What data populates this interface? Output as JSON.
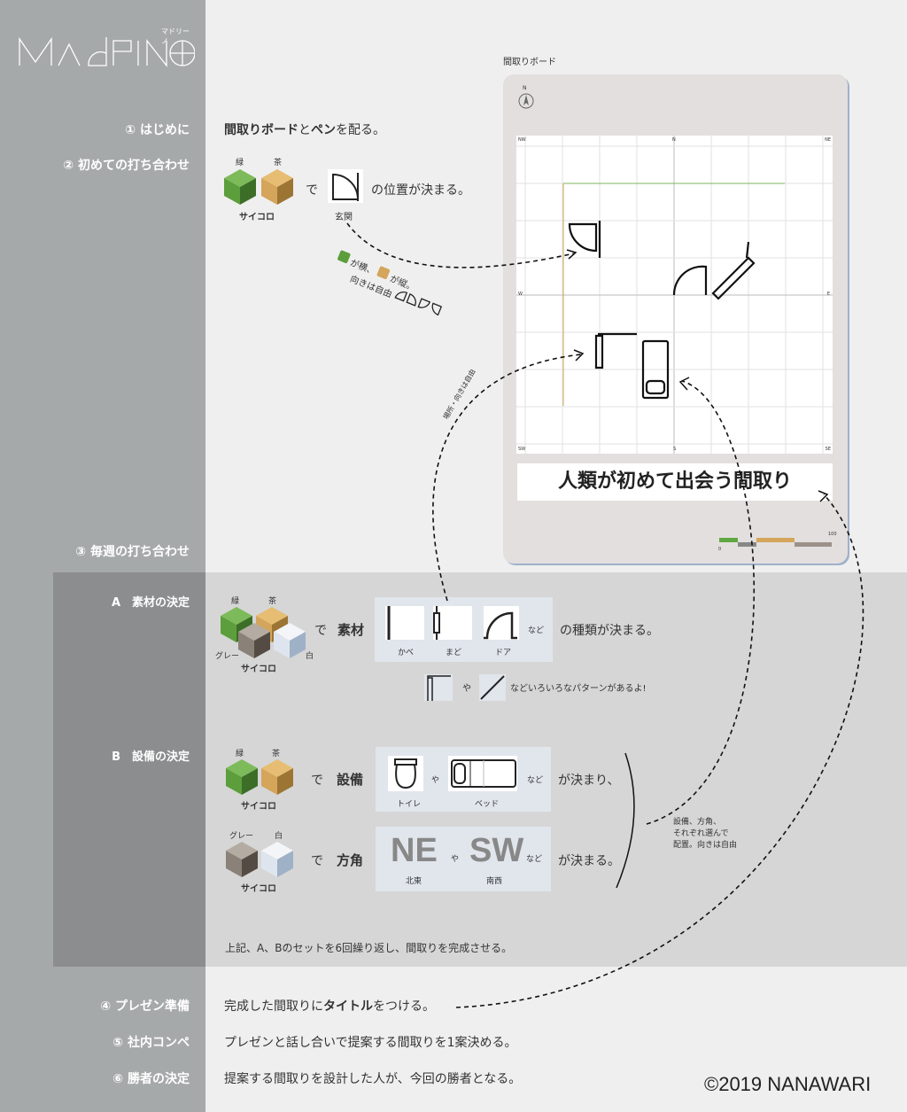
{
  "logo": {
    "text": "MADRINO",
    "subtitle": "マドリーノ"
  },
  "steps": [
    {
      "label": "① はじめに",
      "text_parts": [
        "間取りボード",
        "と",
        "ペン",
        "を配る。"
      ]
    },
    {
      "label": "② 初めての打ち合わせ"
    },
    {
      "label": "③ 毎週の打ち合わせ"
    },
    {
      "label": "④ プレゼン準備",
      "text_parts": [
        "完成した間取りに",
        "タイトル",
        "をつける。"
      ]
    },
    {
      "label": "⑤ 社内コンペ",
      "text": "プレゼンと話し合いで提案する間取りを1案決める。"
    },
    {
      "label": "⑥ 勝者の決定",
      "text": "提案する間取りを設計した人が、今回の勝者となる。"
    }
  ],
  "dice": {
    "green": "緑",
    "tan": "茶",
    "gray": "グレー",
    "white": "白",
    "name": "サイコロ"
  },
  "colors": {
    "green": "#5c9e3c",
    "tan": "#d4a55a",
    "gray": "#8a8278",
    "white": "#dfe5ee"
  },
  "first_meeting": {
    "de": "で",
    "entrance": "玄関",
    "result": "の位置が決まる。",
    "note1": "が横、",
    "note2": "が縦。",
    "note3": "向きは自由"
  },
  "weekly": {
    "a_label": "A　素材の決定",
    "b_label": "B　設備の決定",
    "de": "で",
    "material": "素材",
    "wall": "かべ",
    "window": "まど",
    "door": "ドア",
    "nado": "など",
    "material_result": "の種類が決まる。",
    "ya": "や",
    "patterns": "などいろいろなパターンがあるよ!",
    "equipment": "設備",
    "toilet": "トイレ",
    "bed": "ベッド",
    "equipment_result": "が決まり、",
    "direction": "方角",
    "ne": "NE",
    "ne_jp": "北東",
    "sw": "SW",
    "sw_jp": "南西",
    "direction_result": "が決まる。",
    "bracket_note": [
      "設備、方角、",
      "それぞれ選んで",
      "配置。向きは自由"
    ],
    "repeat": "上記、A、Bのセットを6回繰り返し、間取りを完成させる。",
    "place_note": "場所・向きは自由"
  },
  "board": {
    "caption": "間取りボード",
    "compass": "N",
    "corners": {
      "nw": "NW",
      "n": "N",
      "ne": "NE",
      "w": "W",
      "e": "E",
      "sw": "SW",
      "s": "S",
      "se": "SE"
    },
    "title": "人類が初めて出会う間取り",
    "scale_min": "0",
    "scale_max": "100"
  },
  "copyright": "©2019 NANAWARI"
}
